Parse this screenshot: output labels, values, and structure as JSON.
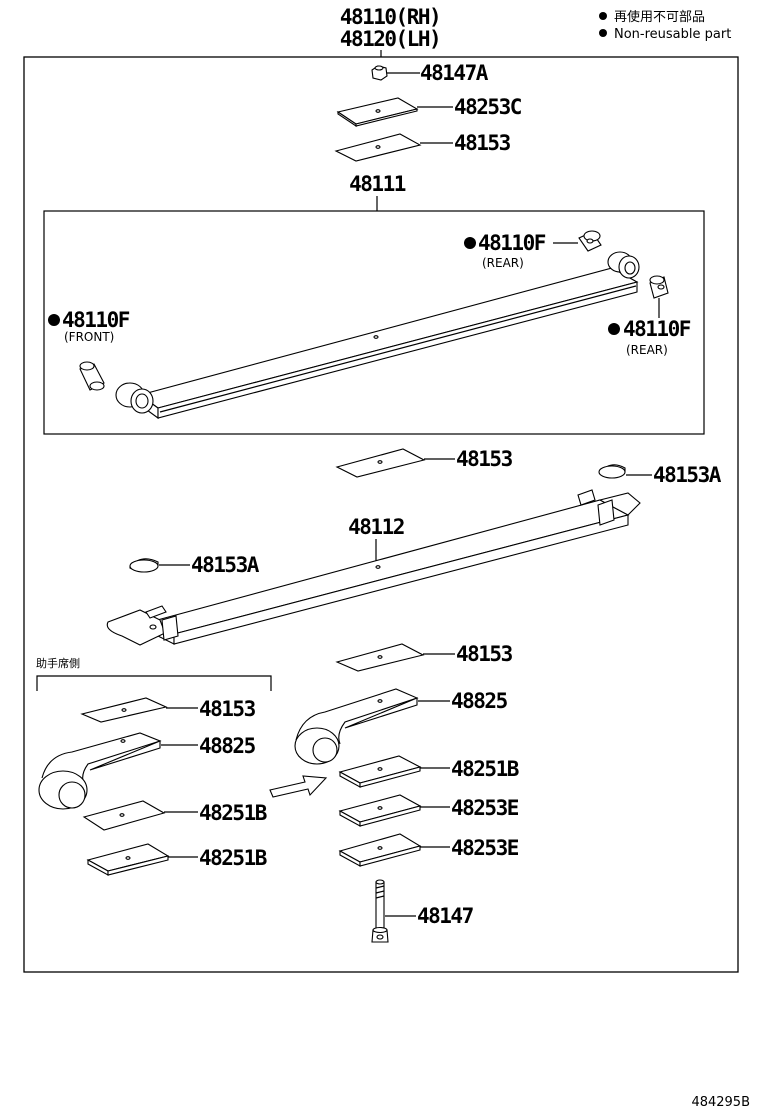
{
  "header": {
    "assembly_rh": "48110(RH)",
    "assembly_lh": "48120(LH)"
  },
  "legend": {
    "japanese": "再使用不可部品",
    "english": "Non-reusable part"
  },
  "labels": {
    "p48147A": "48147A",
    "p48253C": "48253C",
    "p48153_top": "48153",
    "p48111": "48111",
    "p48110F_rear_top": "48110F",
    "rear_top": "(REAR)",
    "p48110F_front": "48110F",
    "front": "(FRONT)",
    "p48110F_rear_right": "48110F",
    "rear_right": "(REAR)",
    "p48153_mid": "48153",
    "p48153A_right": "48153A",
    "p48112": "48112",
    "p48153A_left": "48153A",
    "passenger_side": "助手席側",
    "p48153_lower_right": "48153",
    "p48825_right": "48825",
    "p48251B_right": "48251B",
    "p48253E_1": "48253E",
    "p48253E_2": "48253E",
    "p48147": "48147",
    "p48153_lower_left": "48153",
    "p48825_left": "48825",
    "p48251B_left_1": "48251B",
    "p48251B_left_2": "48251B"
  },
  "diagram_code": "484295B"
}
